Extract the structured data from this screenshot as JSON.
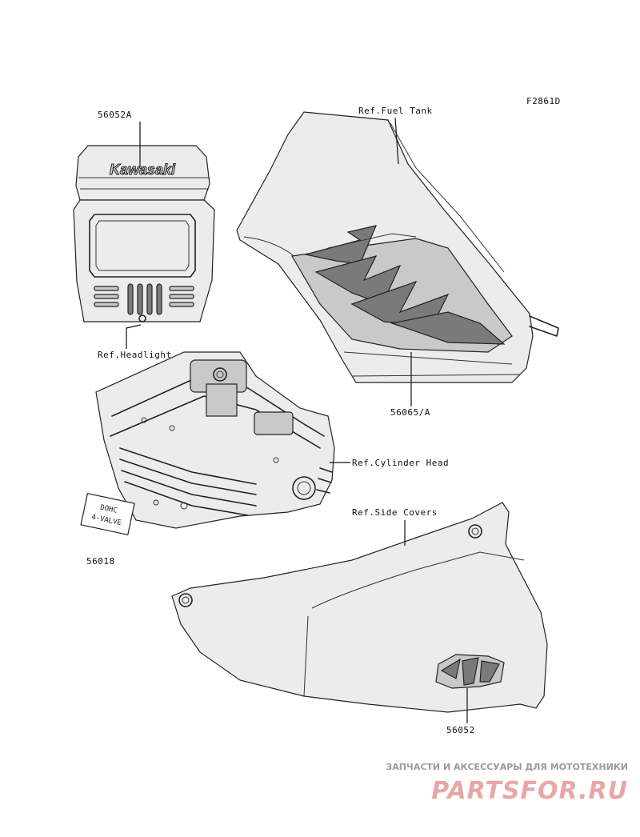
{
  "figure_code": "F2861D",
  "labels": {
    "fuel_tank_ref": "Ref.Fuel Tank",
    "headlight_part": "56052A",
    "headlight_emblem": "Kawasaki",
    "headlight_ref": "Ref.Headlight",
    "tank_decal_part": "56065/A",
    "cylinder_head_ref": "Ref.Cylinder Head",
    "dohc_part": "56018",
    "dohc_text_1": "DOHC",
    "dohc_text_2": "4-VALVE",
    "side_covers_ref": "Ref.Side Covers",
    "side_decal_part": "56052"
  },
  "watermark": {
    "top_text": "ЗАПЧАСТИ И АКСЕССУАРЫ ДЛЯ МОТОТЕХНИКИ",
    "brand": "PARTSFOR.RU"
  },
  "colors": {
    "line": "#222222",
    "watermark_brand": "#e8a7a7",
    "watermark_text": "#9a9a9a"
  }
}
